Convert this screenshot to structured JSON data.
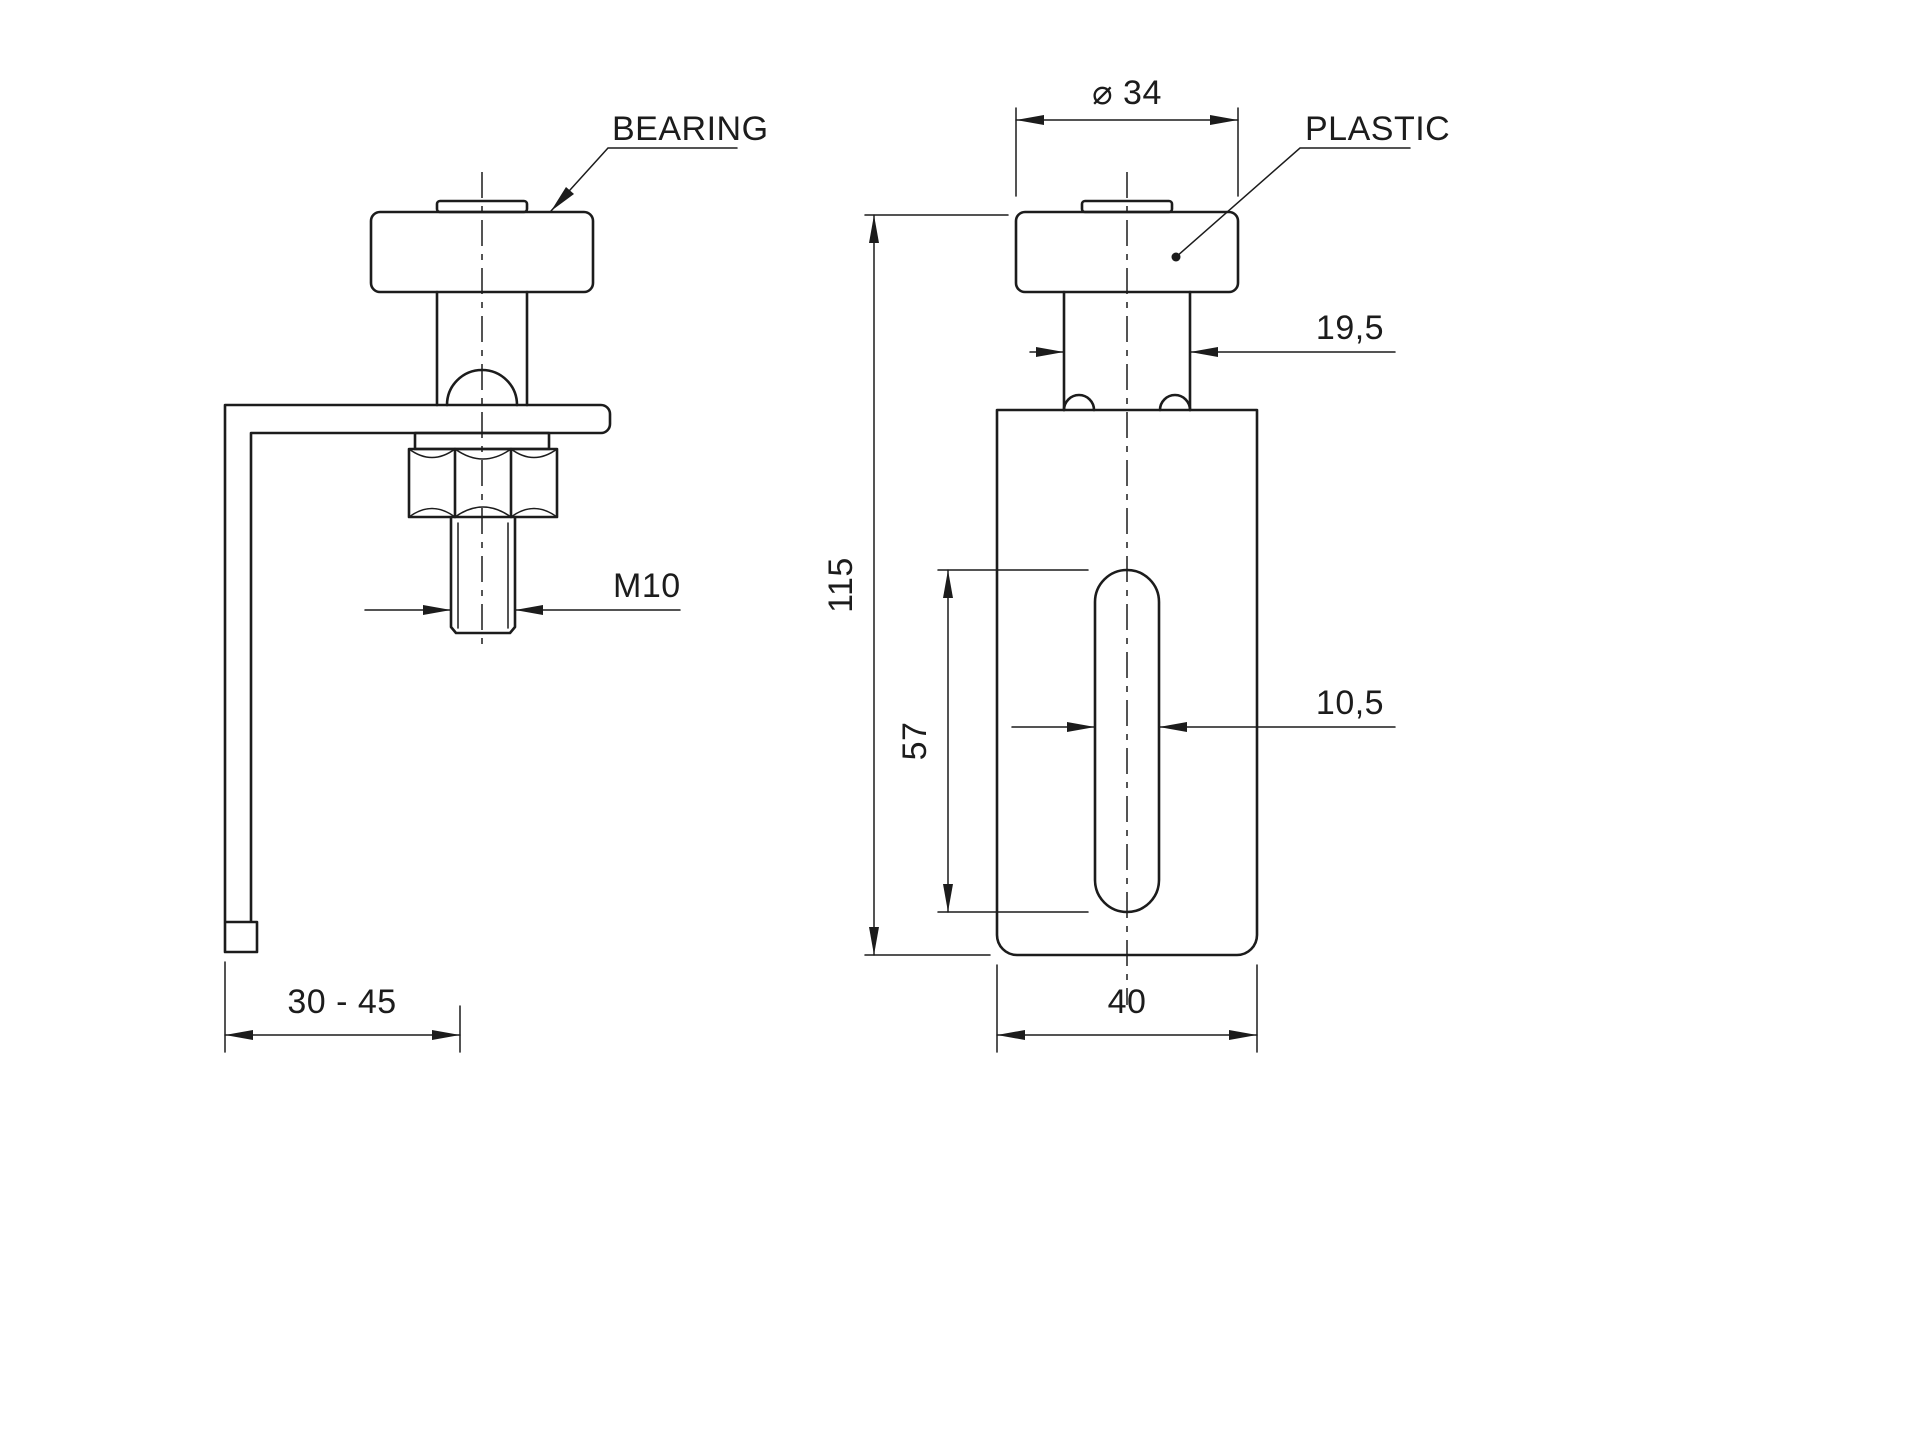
{
  "drawing": {
    "description": "Technical drawing of a sliding-gate top guide roller bracket, two orthographic views with dimensions",
    "colors": {
      "line": "#1c1c1c",
      "background": "#ffffff"
    },
    "labels": {
      "bearing": "BEARING",
      "plastic": "PLASTIC"
    },
    "dimensions": {
      "thread": "M10",
      "mount_range": "30 - 45",
      "roller_diameter": "⌀ 34",
      "neck_width": "19,5",
      "overall_height": "115",
      "slot_length": "57",
      "slot_width": "10,5",
      "body_width": "40"
    }
  }
}
